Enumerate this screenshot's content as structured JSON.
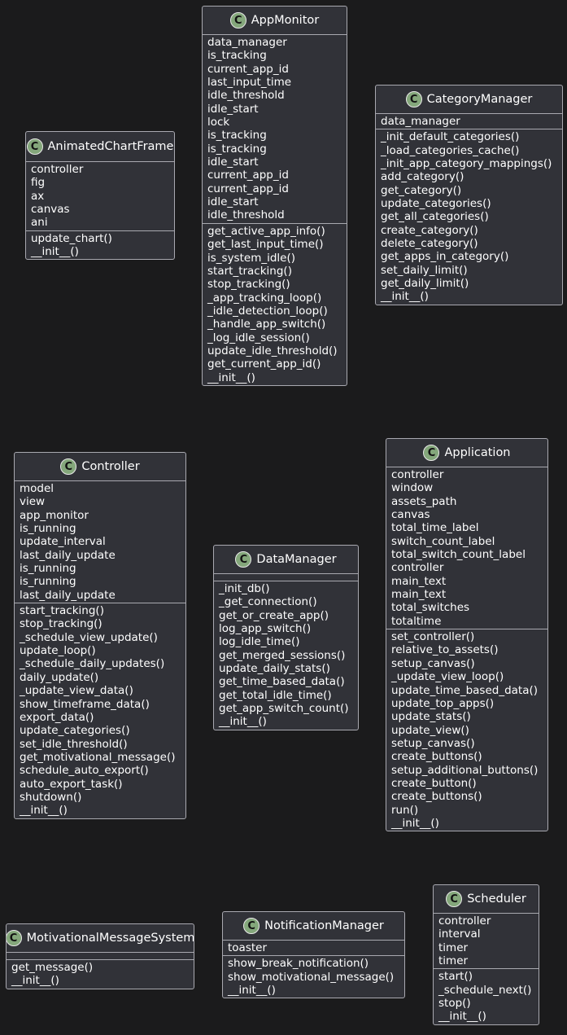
{
  "classes": [
    {
      "name": "AnimatedChartFrame",
      "fields": [
        "controller",
        "fig",
        "ax",
        "canvas",
        "ani"
      ],
      "methods": [
        "update_chart()",
        "__init__()"
      ]
    },
    {
      "name": "AppMonitor",
      "fields": [
        "data_manager",
        "is_tracking",
        "current_app_id",
        "last_input_time",
        "idle_threshold",
        "idle_start",
        "lock",
        "is_tracking",
        "is_tracking",
        "idle_start",
        "current_app_id",
        "current_app_id",
        "idle_start",
        "idle_threshold"
      ],
      "methods": [
        "get_active_app_info()",
        "get_last_input_time()",
        "is_system_idle()",
        "start_tracking()",
        "stop_tracking()",
        "_app_tracking_loop()",
        "_idle_detection_loop()",
        "_handle_app_switch()",
        "_log_idle_session()",
        "update_idle_threshold()",
        "get_current_app_id()",
        "__init__()"
      ]
    },
    {
      "name": "CategoryManager",
      "fields": [
        "data_manager"
      ],
      "methods": [
        "_init_default_categories()",
        "_load_categories_cache()",
        "_init_app_category_mappings()",
        "add_category()",
        "get_category()",
        "update_categories()",
        "get_all_categories()",
        "create_category()",
        "delete_category()",
        "get_apps_in_category()",
        "set_daily_limit()",
        "get_daily_limit()",
        "__init__()"
      ]
    },
    {
      "name": "Controller",
      "fields": [
        "model",
        "view",
        "app_monitor",
        "is_running",
        "update_interval",
        "last_daily_update",
        "is_running",
        "is_running",
        "last_daily_update"
      ],
      "methods": [
        "start_tracking()",
        "stop_tracking()",
        "_schedule_view_update()",
        "update_loop()",
        "_schedule_daily_updates()",
        "daily_update()",
        "_update_view_data()",
        "show_timeframe_data()",
        "export_data()",
        "update_categories()",
        "set_idle_threshold()",
        "get_motivational_message()",
        "schedule_auto_export()",
        "auto_export_task()",
        "shutdown()",
        "__init__()"
      ]
    },
    {
      "name": "DataManager",
      "fields": [],
      "methods": [
        "_init_db()",
        "_get_connection()",
        "get_or_create_app()",
        "log_app_switch()",
        "log_idle_time()",
        "get_merged_sessions()",
        "update_daily_stats()",
        "get_time_based_data()",
        "get_total_idle_time()",
        "get_app_switch_count()",
        "__init__()"
      ]
    },
    {
      "name": "Application",
      "fields": [
        "controller",
        "window",
        "assets_path",
        "canvas",
        "total_time_label",
        "switch_count_label",
        "total_switch_count_label",
        "controller",
        "main_text",
        "main_text",
        "total_switches",
        "totaltime"
      ],
      "methods": [
        "set_controller()",
        "relative_to_assets()",
        "setup_canvas()",
        "_update_view_loop()",
        "update_time_based_data()",
        "update_top_apps()",
        "update_stats()",
        "update_view()",
        "setup_canvas()",
        "create_buttons()",
        "setup_additional_buttons()",
        "create_button()",
        "create_buttons()",
        "run()",
        "__init__()"
      ]
    },
    {
      "name": "MotivationalMessageSystem",
      "fields": [],
      "methods": [
        "get_message()",
        "__init__()"
      ]
    },
    {
      "name": "NotificationManager",
      "fields": [
        "toaster"
      ],
      "methods": [
        "show_break_notification()",
        "show_motivational_message()",
        "__init__()"
      ]
    },
    {
      "name": "Scheduler",
      "fields": [
        "controller",
        "interval",
        "timer",
        "timer"
      ],
      "methods": [
        "start()",
        "_schedule_next()",
        "stop()",
        "__init__()"
      ]
    }
  ],
  "glyph": "C"
}
